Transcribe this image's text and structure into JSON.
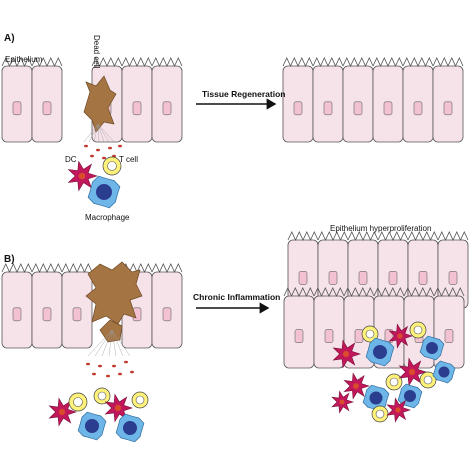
{
  "panels": {
    "a": {
      "letter": "A)",
      "epithelium_label": "Epithelium",
      "dead_cell_label": "Dead cell",
      "dc_label": "DC",
      "tcell_label": "T cell",
      "macrophage_label": "Macrophage",
      "arrow_label": "Tissue Regeneration"
    },
    "b": {
      "letter": "B)",
      "arrow_label": "Chronic Inflammation",
      "hyper_label": "Epithelium hyperproliferation"
    }
  },
  "colors": {
    "cell_fill": "#f6e3ea",
    "nucleus_fill": "#f2c2d2",
    "dead_cell": "#a47443",
    "debris": "#c0392b",
    "dc": "#c2185b",
    "tcell_fill": "#fff27a",
    "macrophage": "#6fb6e8",
    "macrophage_nucleus": "#2a3d8f"
  }
}
